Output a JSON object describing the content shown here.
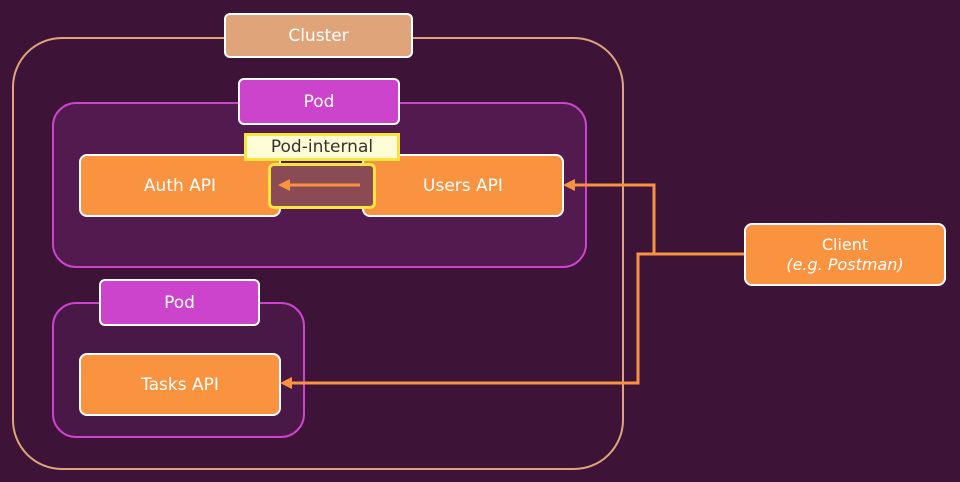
{
  "cluster": {
    "label": "Cluster"
  },
  "pods": [
    {
      "label": "Pod",
      "services": [
        "Auth API",
        "Users API"
      ]
    },
    {
      "label": "Pod",
      "services": [
        "Tasks API"
      ]
    }
  ],
  "internal": {
    "label": "Pod-internal"
  },
  "client": {
    "label": "Client",
    "sublabel": "(e.g. Postman)"
  },
  "colors": {
    "background": "#3d1437",
    "cluster": "#e0a47a",
    "pod": "#cc44cc",
    "service": "#f9933f",
    "highlight": "#f6e63c"
  }
}
